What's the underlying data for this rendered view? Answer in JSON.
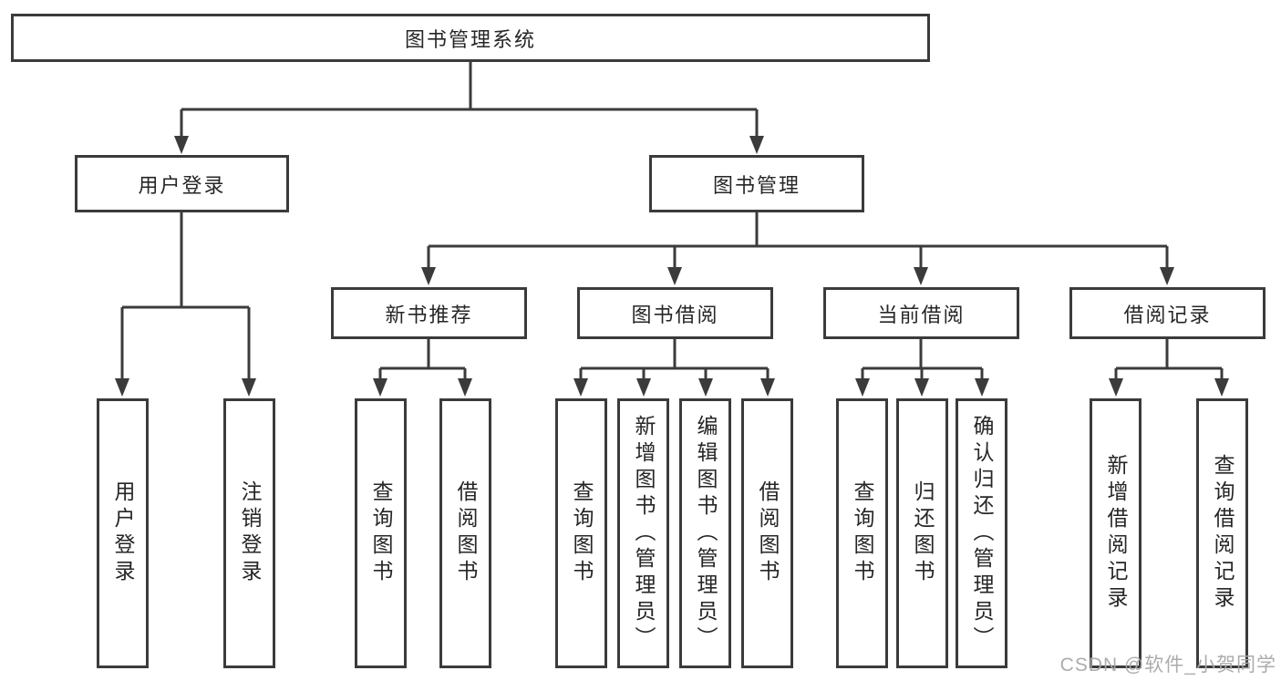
{
  "diagram": {
    "title_node": "图书管理系统",
    "colors": {
      "line": "#3b3b3b",
      "border": "#3b3b3b",
      "text": "#262626",
      "background": "#ffffff",
      "watermark": "#a8a8a8"
    },
    "tree": {
      "root": {
        "label": "图书管理系统"
      },
      "branches": [
        {
          "label": "用户登录",
          "children": [
            {
              "label": "用户登录"
            },
            {
              "label": "注销登录"
            }
          ]
        },
        {
          "label": "图书管理",
          "children": [
            {
              "label": "新书推荐",
              "children": [
                {
                  "label": "查询图书"
                },
                {
                  "label": "借阅图书"
                }
              ]
            },
            {
              "label": "图书借阅",
              "children": [
                {
                  "label": "查询图书"
                },
                {
                  "label": "新增图书（管理员）"
                },
                {
                  "label": "编辑图书（管理员）"
                },
                {
                  "label": "借阅图书"
                }
              ]
            },
            {
              "label": "当前借阅",
              "children": [
                {
                  "label": "查询图书"
                },
                {
                  "label": "归还图书"
                },
                {
                  "label": "确认归还（管理员）"
                }
              ]
            },
            {
              "label": "借阅记录",
              "children": [
                {
                  "label": "新增借阅记录"
                },
                {
                  "label": "查询借阅记录"
                }
              ]
            }
          ]
        }
      ]
    }
  },
  "watermark": "CSDN @软件_小贺同学"
}
